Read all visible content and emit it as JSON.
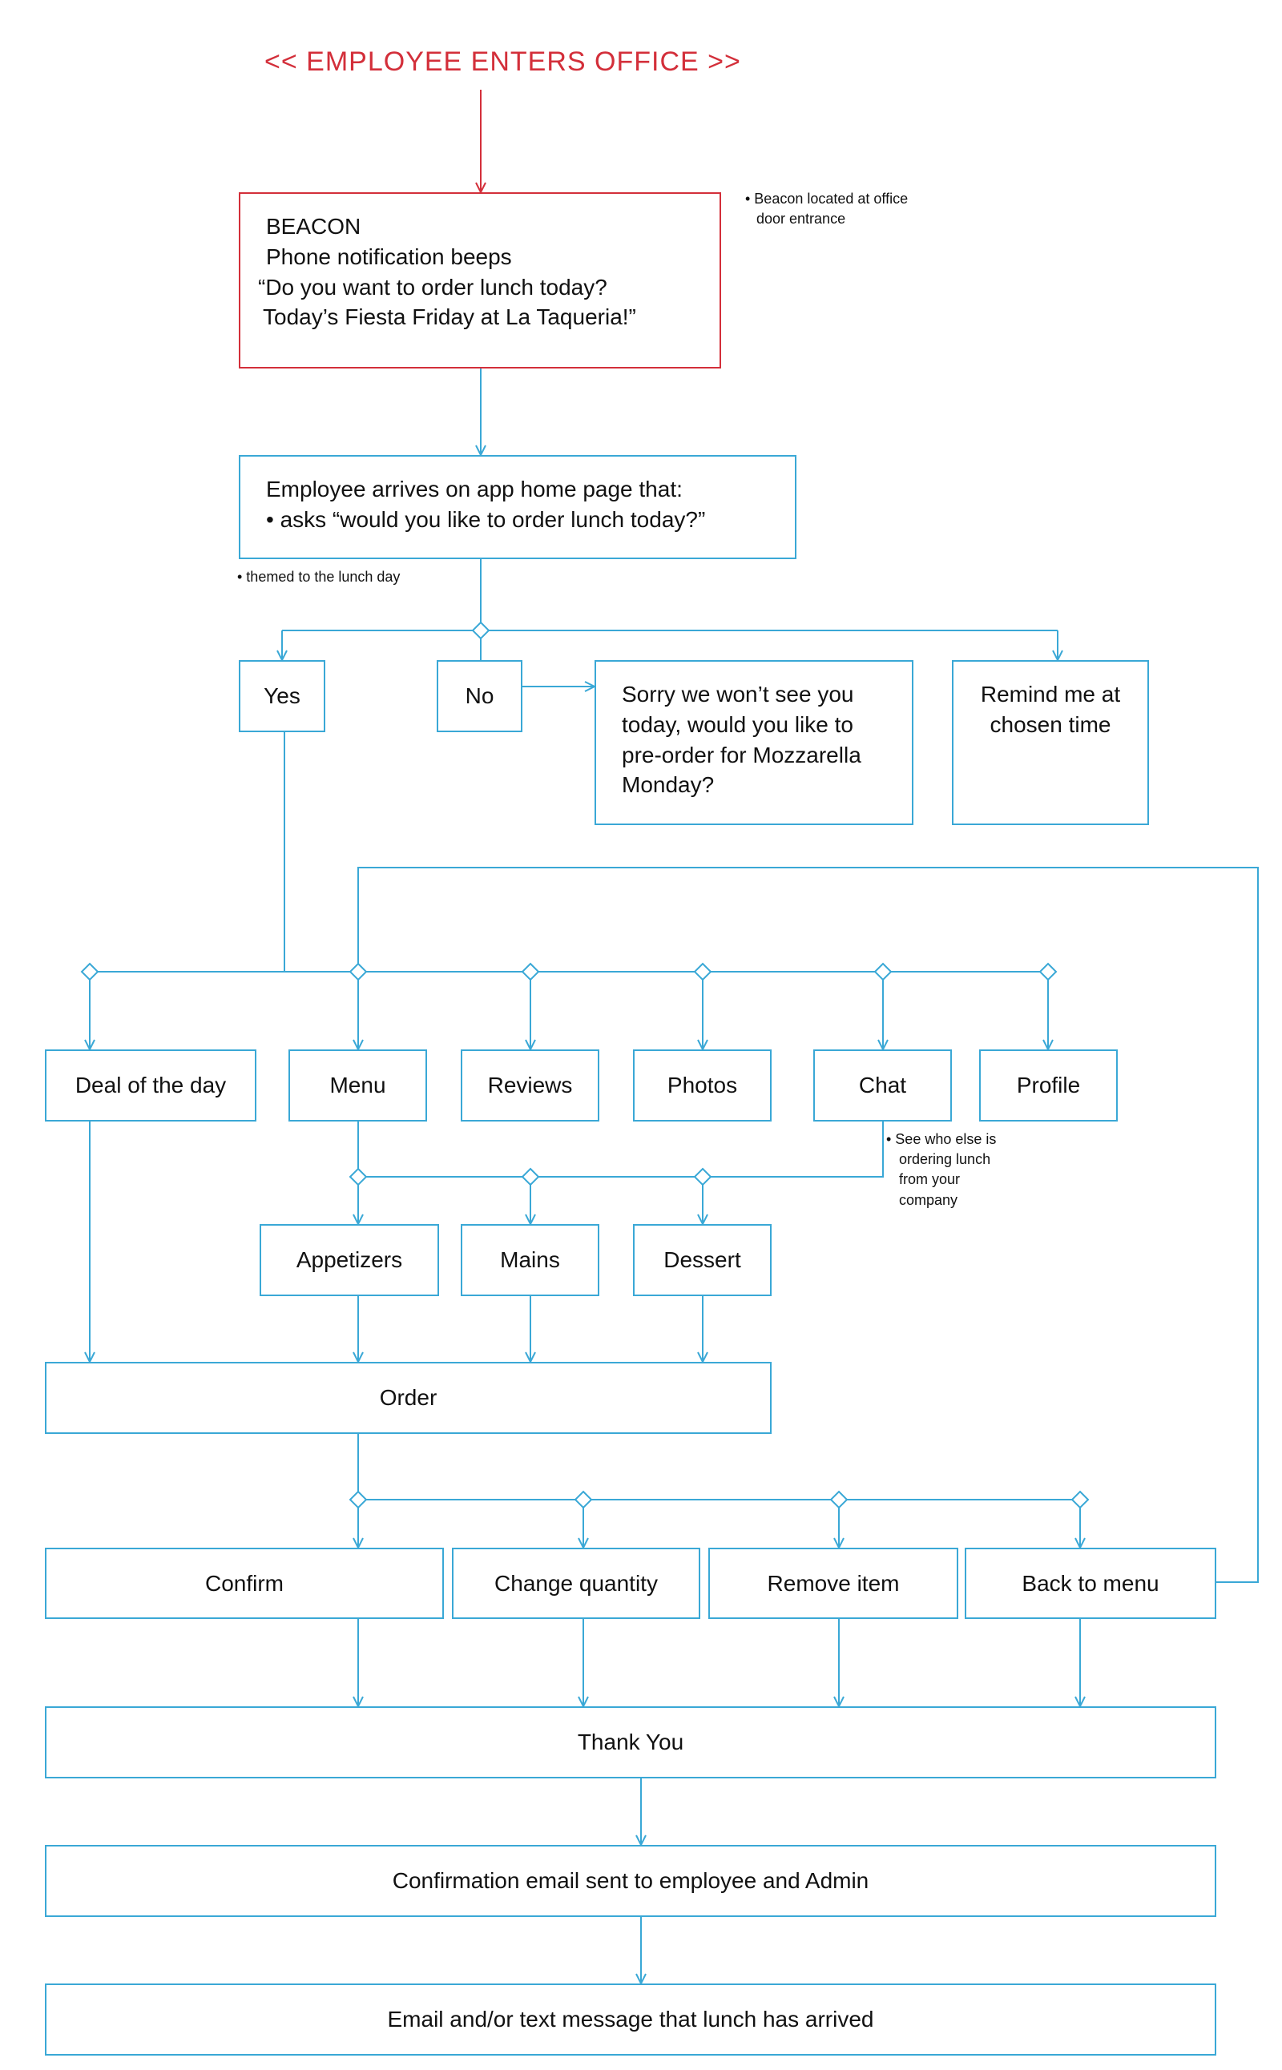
{
  "title": "<< EMPLOYEE ENTERS OFFICE >>",
  "beacon": {
    "lines": [
      "BEACON",
      "Phone notification beeps",
      "“Do you want to order lunch today?",
      "Today’s Fiesta Friday at La Taqueria!”"
    ]
  },
  "beacon_note": [
    "• Beacon located at office",
    "door entrance"
  ],
  "home": {
    "lines": [
      "Employee arrives on app home page that:",
      "• asks “would you like to order lunch today?”"
    ]
  },
  "home_note": "• themed to the lunch day",
  "yes": "Yes",
  "no": "No",
  "sorry": {
    "lines": [
      "Sorry we won’t see you",
      "today, would you like to",
      "pre-order for Mozzarella",
      "Monday?"
    ]
  },
  "remind": {
    "lines": [
      "Remind me at",
      "chosen time"
    ]
  },
  "deal": "Deal of the day",
  "menu": "Menu",
  "reviews": "Reviews",
  "photos": "Photos",
  "chat": "Chat",
  "profile": "Profile",
  "chat_note": [
    "• See who else is",
    "ordering lunch",
    "from your",
    "company"
  ],
  "appetizers": "Appetizers",
  "mains": "Mains",
  "dessert": "Dessert",
  "order": "Order",
  "confirm": "Confirm",
  "change_qty": "Change quantity",
  "remove_item": "Remove item",
  "back_menu": "Back to menu",
  "thank_you": "Thank You",
  "confirmation_email": "Confirmation email sent to employee and Admin",
  "lunch_arrived": "Email and/or text message that lunch has arrived",
  "colors": {
    "flow_line": "#3aa8d6",
    "start_accent": "#d32f3a",
    "text": "#111111"
  }
}
